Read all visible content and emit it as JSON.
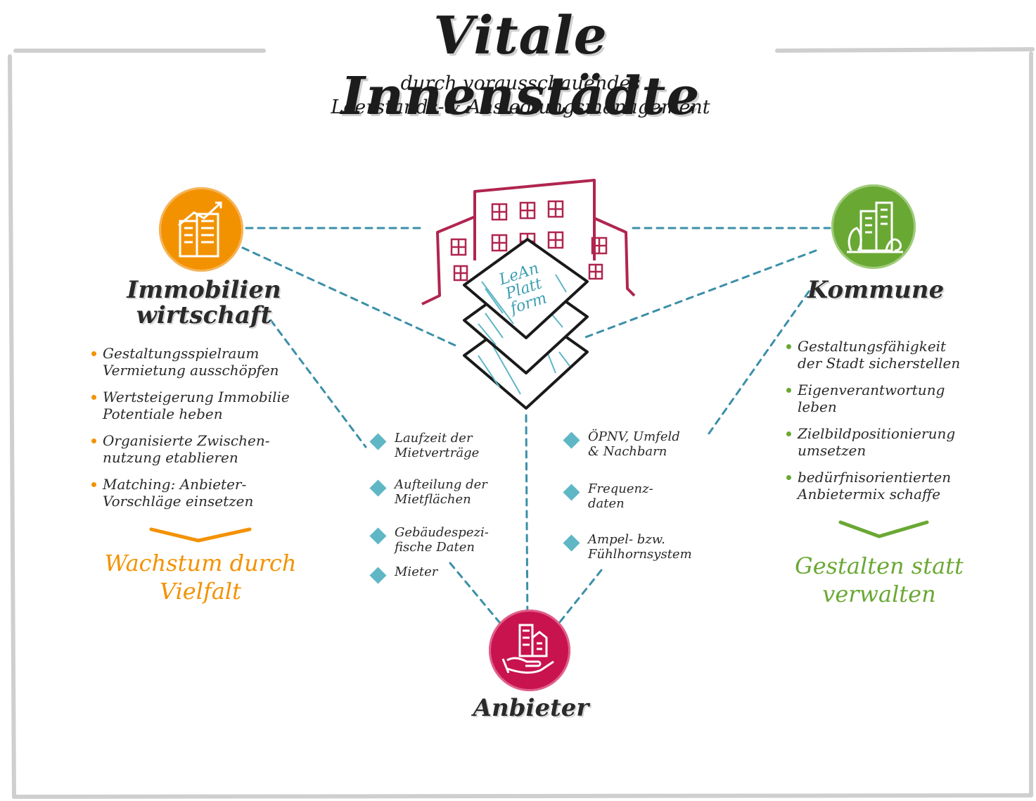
{
  "title": "Vitale Innenstädte",
  "subtitle": "durch vorausschauendes\nLeerstands-& Ansiedlungsmanagement",
  "platform_label": "LeAn\nPlatt\nform",
  "colors": {
    "immobilien": "#f39200",
    "kommune": "#6aa834",
    "anbieter": "#c8134f",
    "building": "#b0254f",
    "diamond": "#5fb7c6",
    "dashes": "#3b8fa8"
  },
  "nodes": {
    "immobilien": {
      "label": "Immobilien\nwirtschaft",
      "icon": "building-growth-icon",
      "bullets": [
        "Gestaltungsspielraum\nVermietung ausschöpfen",
        "Wertsteigerung Immobilie\nPotentiale heben",
        "Organisierte Zwischen-\nnutzung etablieren",
        "Matching: Anbieter-\nVorschläge einsetzen"
      ],
      "slogan": "Wachstum durch\nVielfalt"
    },
    "kommune": {
      "label": "Kommune",
      "icon": "city-trees-icon",
      "bullets": [
        "Gestaltungsfähigkeit\nder Stadt sicherstellen",
        "Eigenverantwortung\nleben",
        "Zielbildpositionierung\numsetzen",
        "bedürfnisorientierten\nAnbietermix schaffe"
      ],
      "slogan": "Gestalten statt\nverwalten"
    },
    "anbieter": {
      "label": "Anbieter",
      "icon": "hand-holding-building-icon"
    }
  },
  "center_left_items": [
    "Laufzeit der\nMietverträge",
    "Aufteilung der\nMietflächen",
    "Gebäudespezi-\nfische Daten",
    "Mieter"
  ],
  "center_right_items": [
    "ÖPNV, Umfeld\n& Nachbarn",
    "Frequenz-\ndaten",
    "Ampel- bzw.\nFühlhornsystem"
  ]
}
